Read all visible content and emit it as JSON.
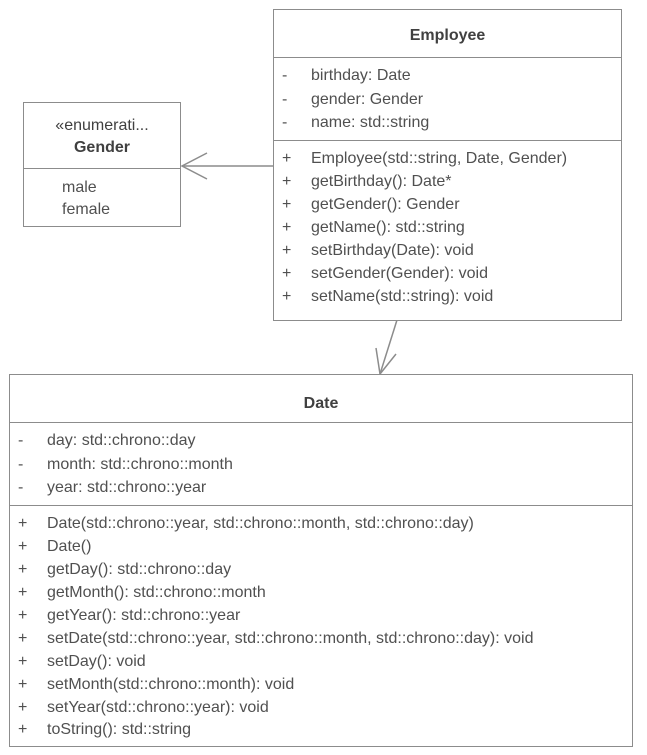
{
  "employee": {
    "title": "Employee",
    "attributes": [
      {
        "vis": "-",
        "text": "birthday: Date"
      },
      {
        "vis": "-",
        "text": "gender: Gender"
      },
      {
        "vis": "-",
        "text": "name: std::string"
      }
    ],
    "operations": [
      {
        "vis": "+",
        "text": "Employee(std::string, Date, Gender)"
      },
      {
        "vis": "+",
        "text": "getBirthday(): Date*"
      },
      {
        "vis": "+",
        "text": "getGender(): Gender"
      },
      {
        "vis": "+",
        "text": "getName(): std::string"
      },
      {
        "vis": "+",
        "text": "setBirthday(Date): void"
      },
      {
        "vis": "+",
        "text": "setGender(Gender): void"
      },
      {
        "vis": "+",
        "text": "setName(std::string): void"
      }
    ]
  },
  "gender": {
    "stereotype": "«enumerati...",
    "title": "Gender",
    "literals": [
      "male",
      "female"
    ]
  },
  "date": {
    "title": "Date",
    "attributes": [
      {
        "vis": "-",
        "text": "day: std::chrono::day"
      },
      {
        "vis": "-",
        "text": "month: std::chrono::month"
      },
      {
        "vis": "-",
        "text": "year: std::chrono::year"
      }
    ],
    "operations": [
      {
        "vis": "+",
        "text": "Date(std::chrono::year, std::chrono::month, std::chrono::day)"
      },
      {
        "vis": "+",
        "text": "Date()"
      },
      {
        "vis": "+",
        "text": "getDay(): std::chrono::day"
      },
      {
        "vis": "+",
        "text": "getMonth(): std::chrono::month"
      },
      {
        "vis": "+",
        "text": "getYear(): std::chrono::year"
      },
      {
        "vis": "+",
        "text": "setDate(std::chrono::year, std::chrono::month, std::chrono::day): void"
      },
      {
        "vis": "+",
        "text": "setDay(): void"
      },
      {
        "vis": "+",
        "text": "setMonth(std::chrono::month): void"
      },
      {
        "vis": "+",
        "text": "setYear(std::chrono::year): void"
      },
      {
        "vis": "+",
        "text": "toString(): std::string"
      }
    ]
  },
  "colors": {
    "border": "#8c8c8c",
    "text": "#505050",
    "title": "#404040"
  }
}
